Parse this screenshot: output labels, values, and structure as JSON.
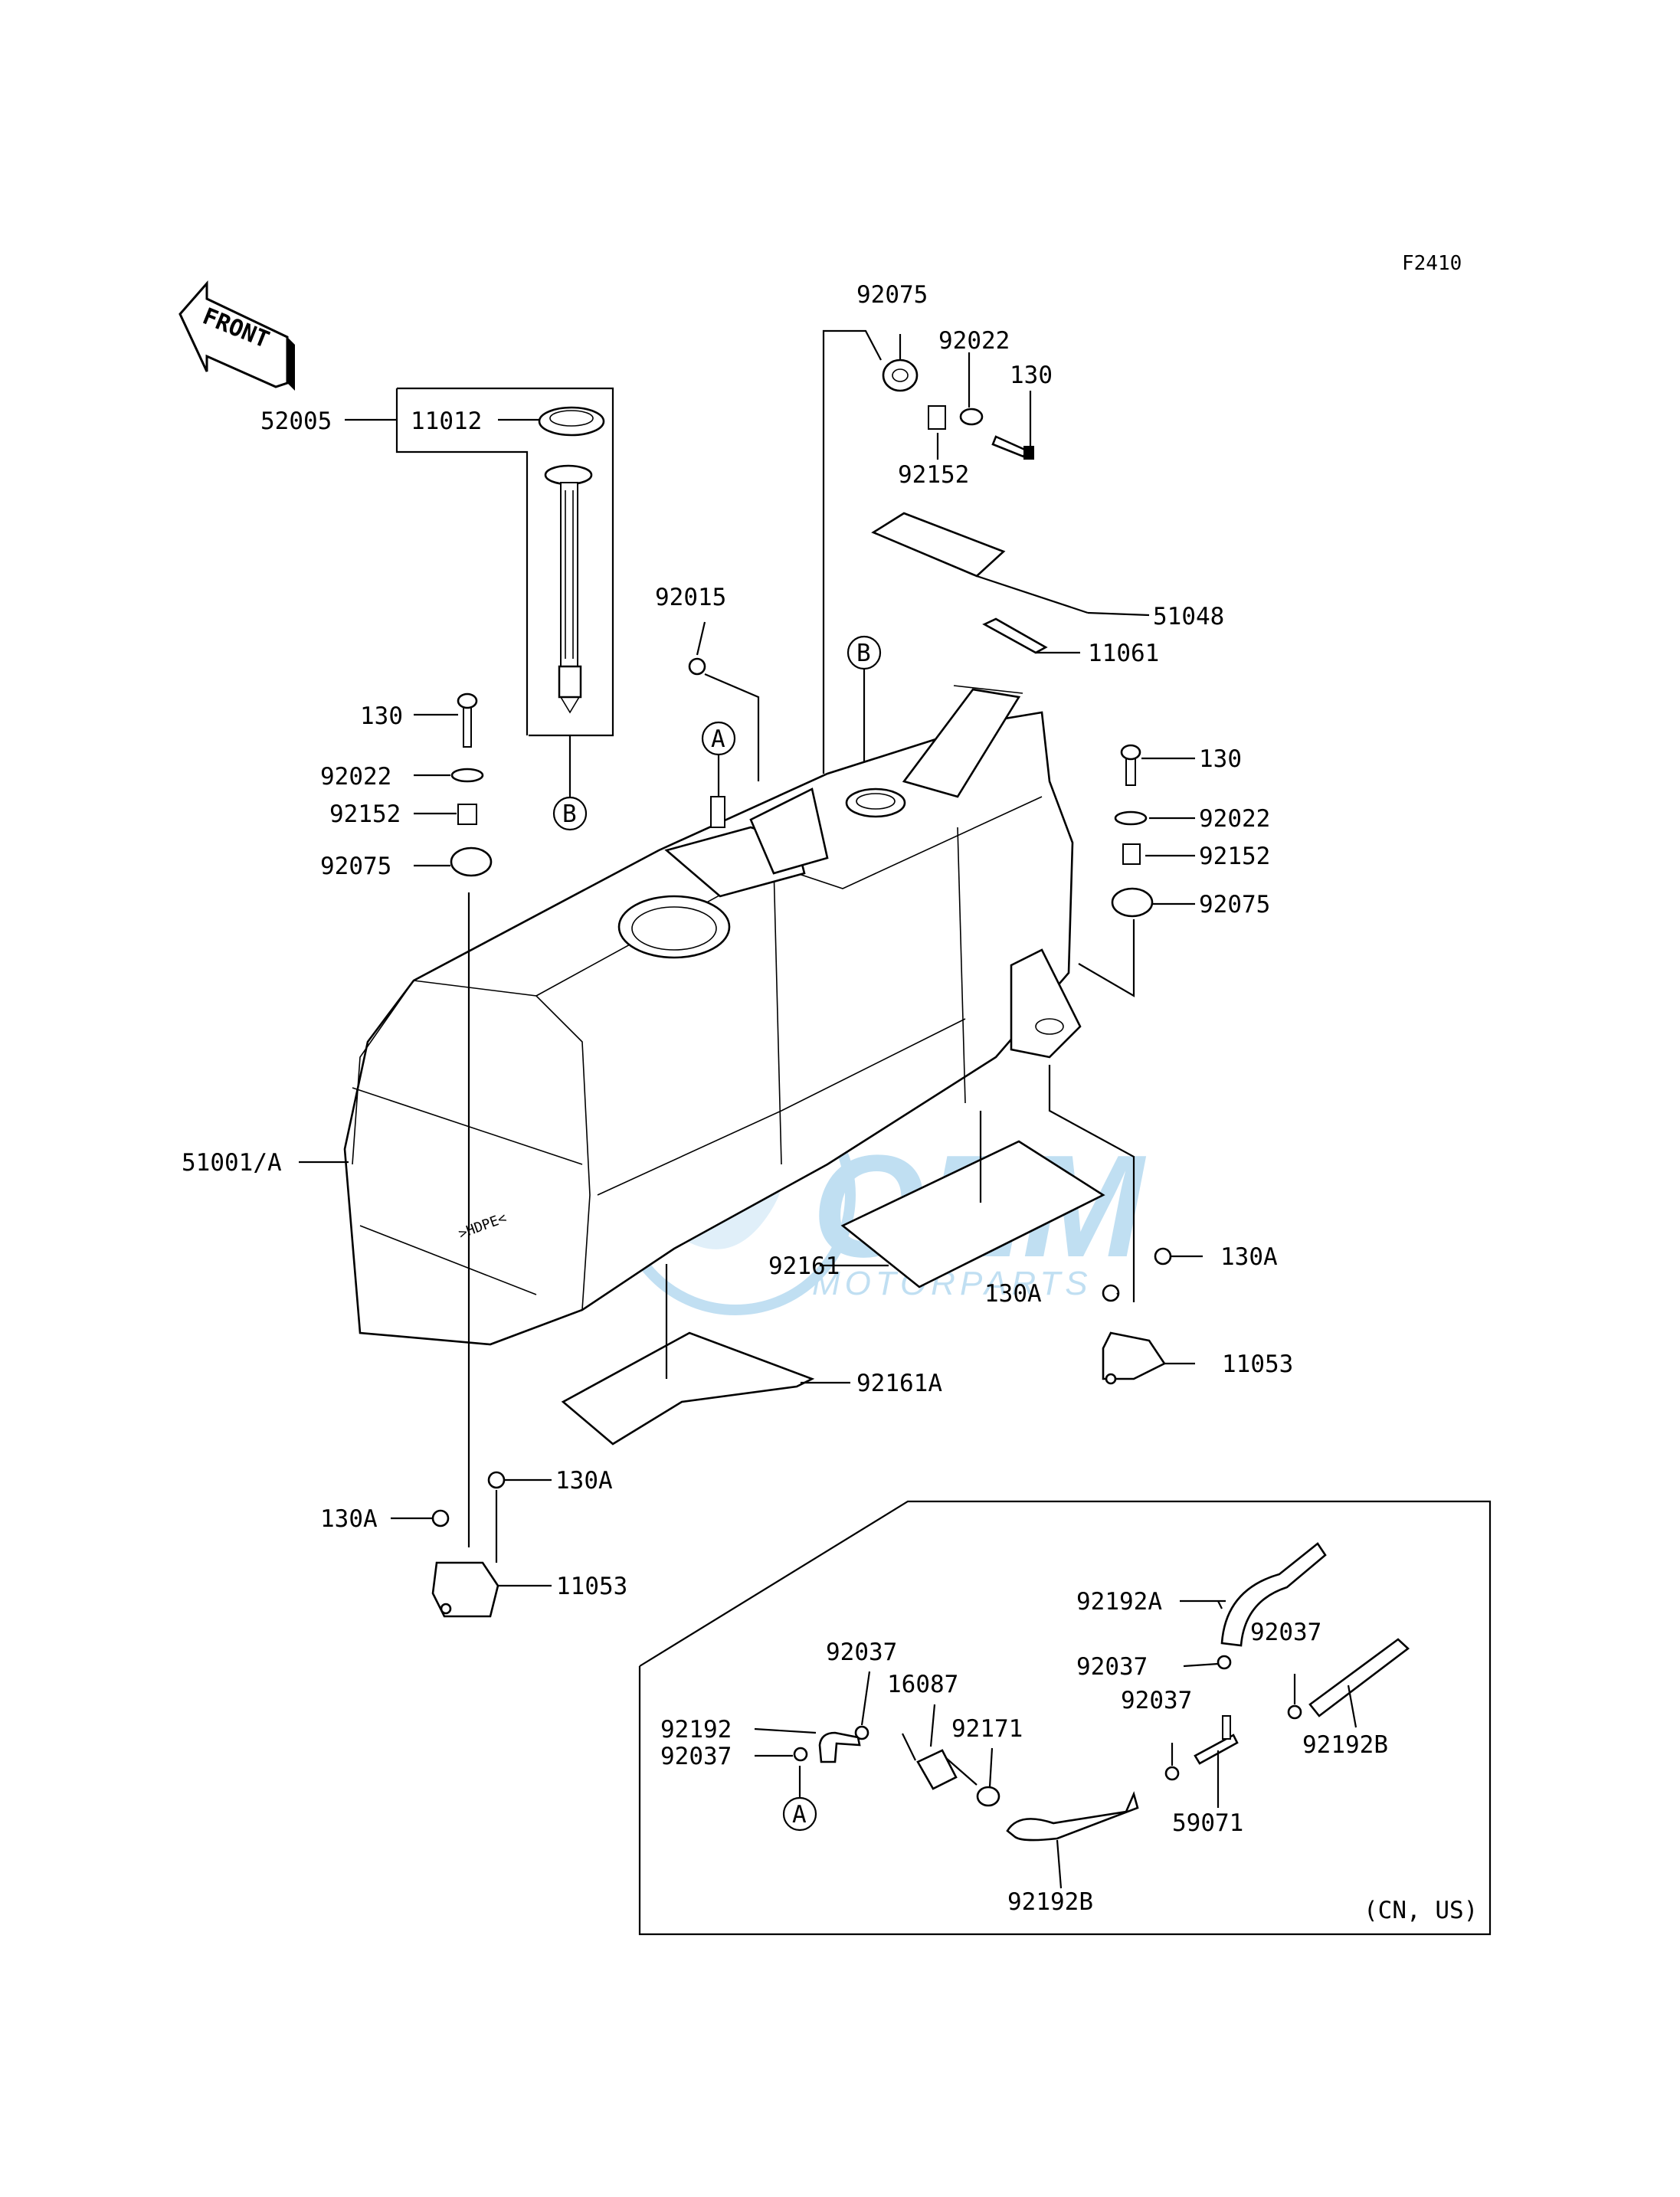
{
  "diagram_code": "F2410",
  "front_label": "FRONT",
  "region_note": "(CN, US)",
  "callout_letters": {
    "a": "A",
    "b": "B"
  },
  "watermark": {
    "brand": "OEM",
    "sub": "MOTORPARTS",
    "color": "#8ec5e8"
  },
  "parts": {
    "p92075_top": "92075",
    "p92022_top": "92022",
    "p130_top": "130",
    "p92152_top": "92152",
    "p51048": "51048",
    "p11061": "11061",
    "p92015": "92015",
    "p52005": "52005",
    "p11012": "11012",
    "p130_left": "130",
    "p92022_left": "92022",
    "p92152_left": "92152",
    "p92075_left": "92075",
    "p130_right": "130",
    "p92022_right": "92022",
    "p92152_right": "92152",
    "p92075_right": "92075",
    "p51001": "51001/A",
    "p92161": "92161",
    "p92161A": "92161A",
    "p130A_r1": "130A",
    "p130A_r2": "130A",
    "p11053_r": "11053",
    "p130A_l1": "130A",
    "p130A_l2": "130A",
    "p11053_l": "11053",
    "p92192A": "92192A",
    "p92037_a": "92037",
    "p92037_b": "92037",
    "p92037_c": "92037",
    "p92037_d": "92037",
    "p92037_e": "92037",
    "p16087": "16087",
    "p92171": "92171",
    "p92192": "92192",
    "p92192B_r": "92192B",
    "p59071": "59071",
    "p92192B_b": "92192B"
  }
}
